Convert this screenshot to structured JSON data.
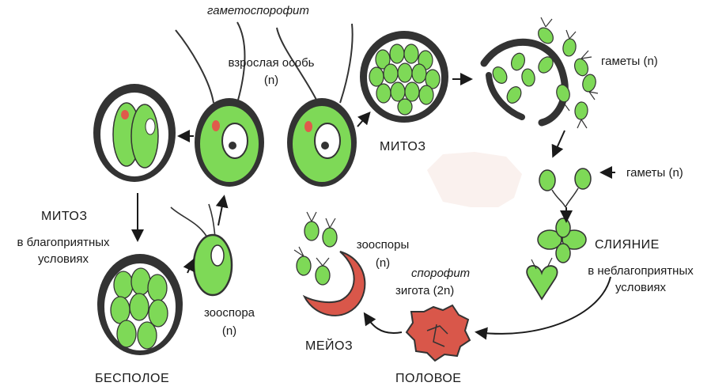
{
  "labels": {
    "gametosporophyte": "гаметоспорофит",
    "adult_line1": "взрослая особь",
    "adult_line2": "(n)",
    "mitosis_top": "МИТОЗ",
    "gametes_top": "гаметы (n)",
    "gametes_mid": "гаметы (n)",
    "fusion": "СЛИЯНИЕ",
    "unfavorable_line1": "в неблагоприятных",
    "unfavorable_line2": "условиях",
    "mitosis_left": "МИТОЗ",
    "favorable_line1": "в благоприятных",
    "favorable_line2": "условиях",
    "zoospores_line1": "зооспоры",
    "zoospores_line2": "(n)",
    "sporophyte": "спорофит",
    "zygote": "зигота (2n)",
    "zoospore_line1": "зооспора",
    "zoospore_line2": "(n)",
    "meiosis": "МЕЙОЗ",
    "asexual": "БЕСПОЛОЕ",
    "sexual": "ПОЛОВОЕ"
  },
  "colors": {
    "cell_green": "#7ed957",
    "outline": "#333333",
    "eyespot_red": "#e05a4b",
    "zygote_red": "#d9574a",
    "arrow": "#1a1a1a"
  }
}
